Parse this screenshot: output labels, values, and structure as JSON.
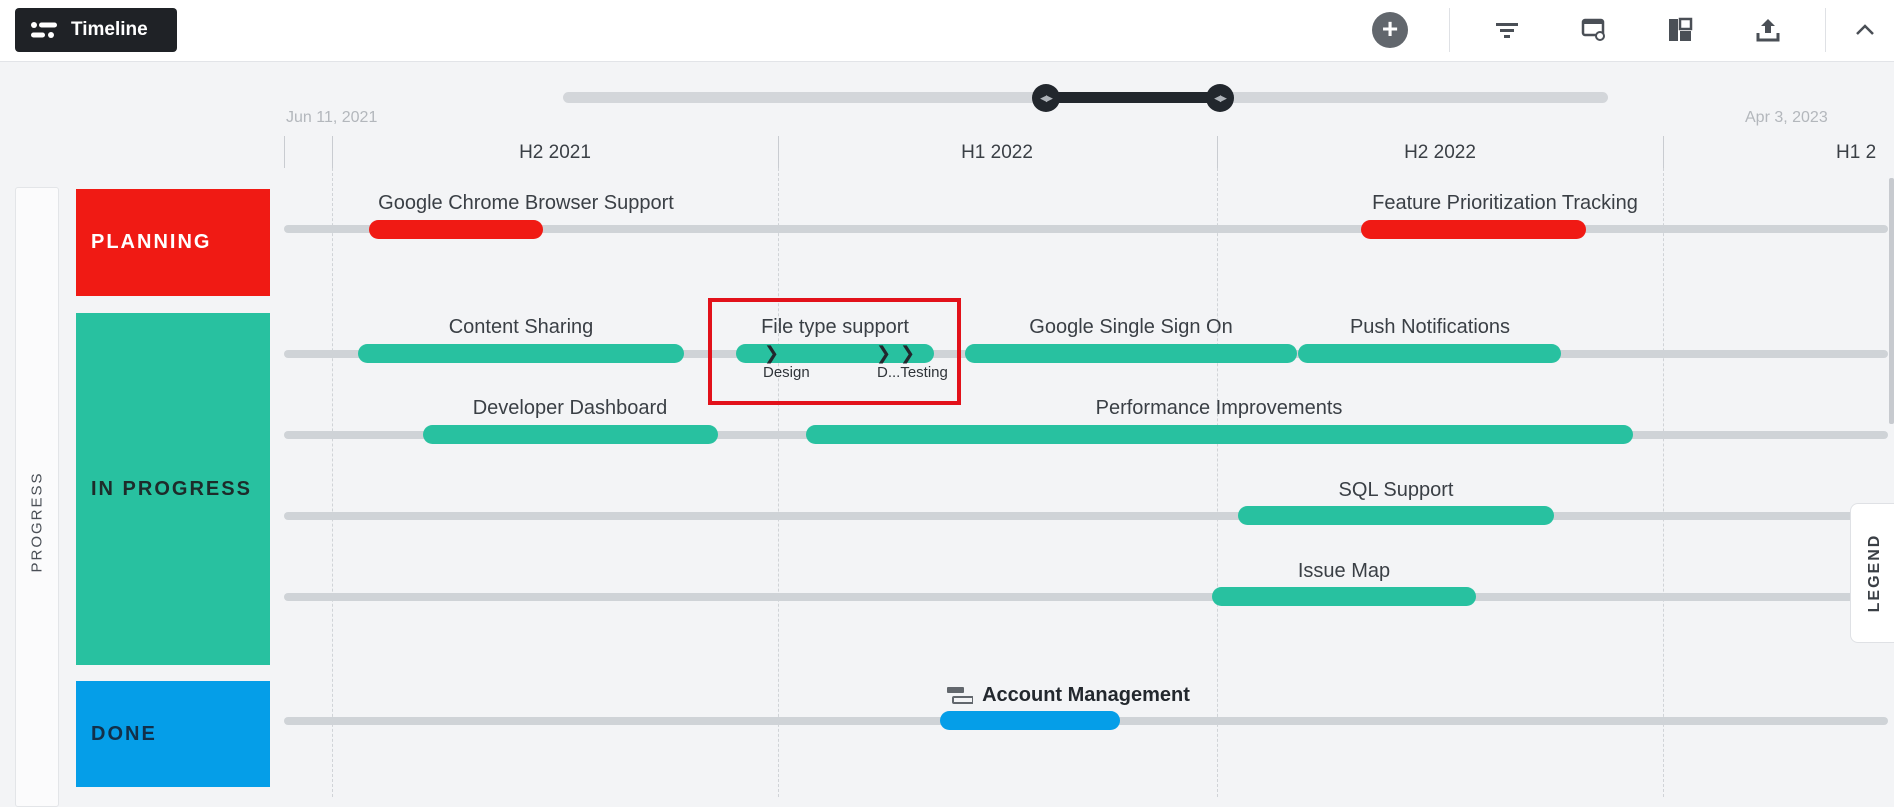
{
  "toolbar": {
    "view_label": "Timeline",
    "icons": [
      "add-icon",
      "filter-icon",
      "settings-icon",
      "layout-icon",
      "export-icon",
      "collapse-icon"
    ]
  },
  "range": {
    "start_date": "Jun 11, 2021",
    "end_date": "Apr 3, 2023"
  },
  "periods": [
    "H2 2021",
    "H1 2022",
    "H2 2022",
    "H1 2"
  ],
  "sidebar": {
    "group_label": "PROGRESS"
  },
  "lanes": {
    "planning": "PLANNING",
    "in_progress": "IN PROGRESS",
    "done": "DONE"
  },
  "items": {
    "chrome": "Google Chrome Browser Support",
    "prioritization": "Feature Prioritization Tracking",
    "content_sharing": "Content Sharing",
    "file_type": "File type support",
    "sso": "Google Single Sign On",
    "push": "Push Notifications",
    "dev_dashboard": "Developer Dashboard",
    "performance": "Performance Improvements",
    "sql": "SQL Support",
    "issue_map": "Issue Map",
    "account": "Account Management"
  },
  "milestones": {
    "design": "Design",
    "d_testing": "D...Testing"
  },
  "legend": {
    "label": "LEGEND"
  },
  "colors": {
    "planning": "#f01a14",
    "in_progress": "#28c1a0",
    "done": "#059ee8",
    "highlight": "#e2111a"
  }
}
